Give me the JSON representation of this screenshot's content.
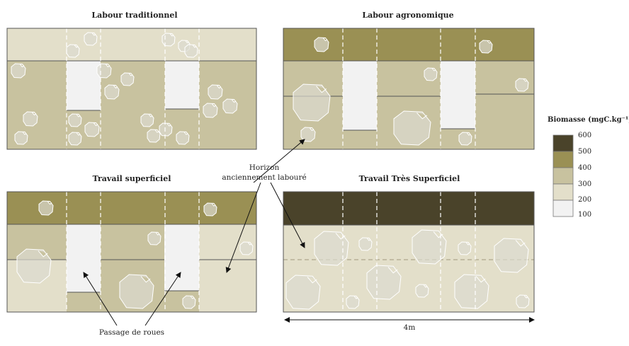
{
  "colors": {
    "100": "#f2f2f2",
    "200": "#e3dfca",
    "300": "#c8c29f",
    "400": "#9a9054",
    "500": "#4a432a",
    "line": "#555555",
    "clod_fill": "#dcdad0",
    "clod_stroke": "#ffffff"
  },
  "panels": [
    {
      "id": "labour-traditionnel",
      "title": "Labour traditionnel"
    },
    {
      "id": "labour-agronomique",
      "title": "Labour agronomique"
    },
    {
      "id": "travail-superficiel",
      "title": "Travail superficiel"
    },
    {
      "id": "travail-tres-superficiel",
      "title": "Travail Très Superficiel"
    }
  ],
  "annotations": {
    "horizon_line1": "Horizon",
    "horizon_line2": "anciennement labouré",
    "wheels": "Passage de roues",
    "scale": "4m"
  },
  "legend": {
    "title": "Biomasse (mgC.kg⁻¹)",
    "values": [
      "600",
      "500",
      "400",
      "300",
      "200",
      "100"
    ]
  }
}
